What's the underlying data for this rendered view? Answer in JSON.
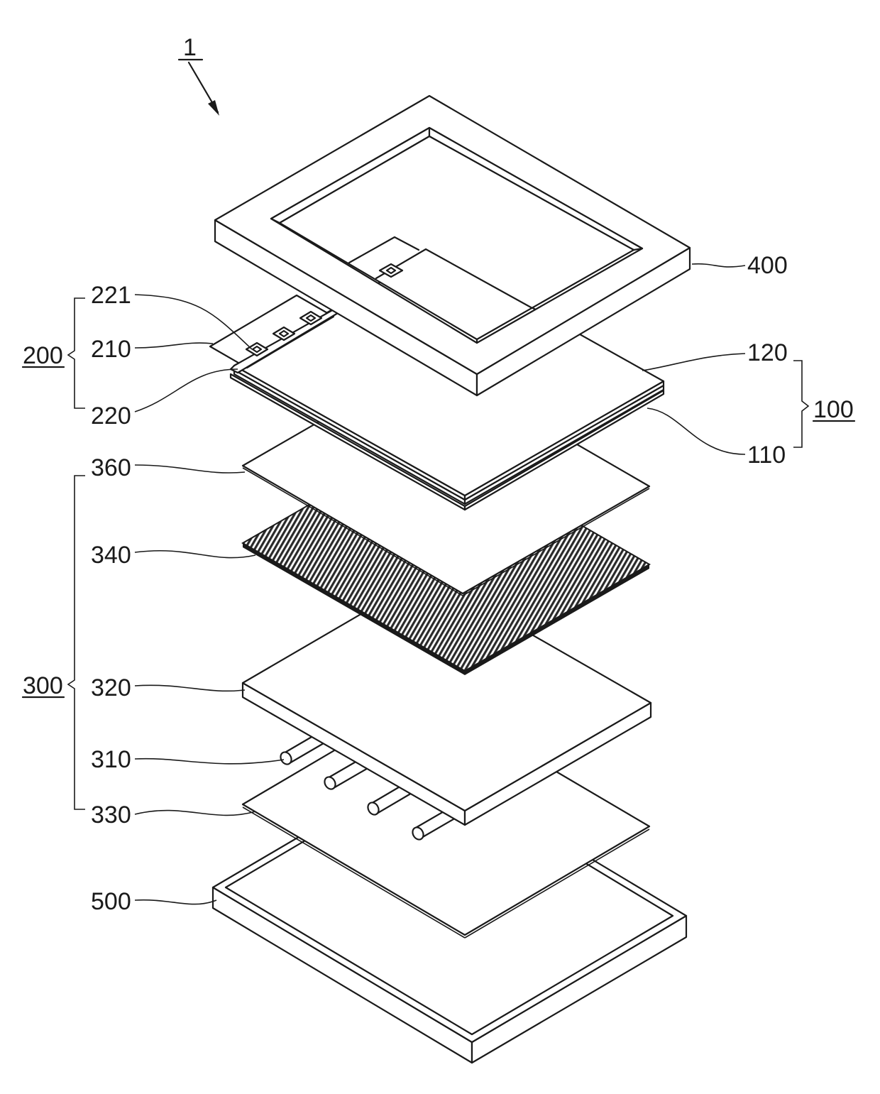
{
  "figure": {
    "ref_numeral": "1",
    "group_labels": {
      "g200": "200",
      "g100": "100",
      "g300": "300"
    },
    "part_labels": {
      "p400": "400",
      "p221": "221",
      "p210": "210",
      "p220": "220",
      "p120": "120",
      "p110": "110",
      "p360": "360",
      "p340": "340",
      "p320": "320",
      "p310": "310",
      "p330": "330",
      "p500": "500"
    }
  }
}
